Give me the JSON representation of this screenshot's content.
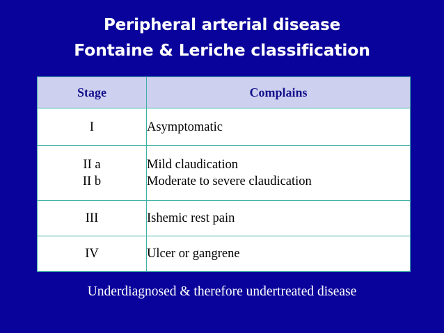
{
  "slide": {
    "background_color": "#0A039B",
    "title": {
      "line1": "Peripheral arterial disease",
      "line2": "Fontaine & Leriche classification",
      "color": "#FFFFFF"
    },
    "caption": "Underdiagnosed & therefore undertreated disease"
  },
  "table": {
    "header_background": "#CED0F0",
    "header_text_color": "#14128C",
    "border_color": "#3FB0A6",
    "body_background": "#FFFFFF",
    "columns": [
      {
        "key": "stage",
        "label": "Stage"
      },
      {
        "key": "complain",
        "label": "Complains"
      }
    ],
    "rows": [
      {
        "stage_lines": [
          "I"
        ],
        "complain_lines": [
          "Asymptomatic"
        ]
      },
      {
        "stage_lines": [
          "II a",
          "II b"
        ],
        "complain_lines": [
          "Mild claudication",
          "Moderate to severe claudication"
        ]
      },
      {
        "stage_lines": [
          "III"
        ],
        "complain_lines": [
          "Ishemic rest pain"
        ]
      },
      {
        "stage_lines": [
          "IV"
        ],
        "complain_lines": [
          "Ulcer or gangrene"
        ]
      }
    ]
  }
}
